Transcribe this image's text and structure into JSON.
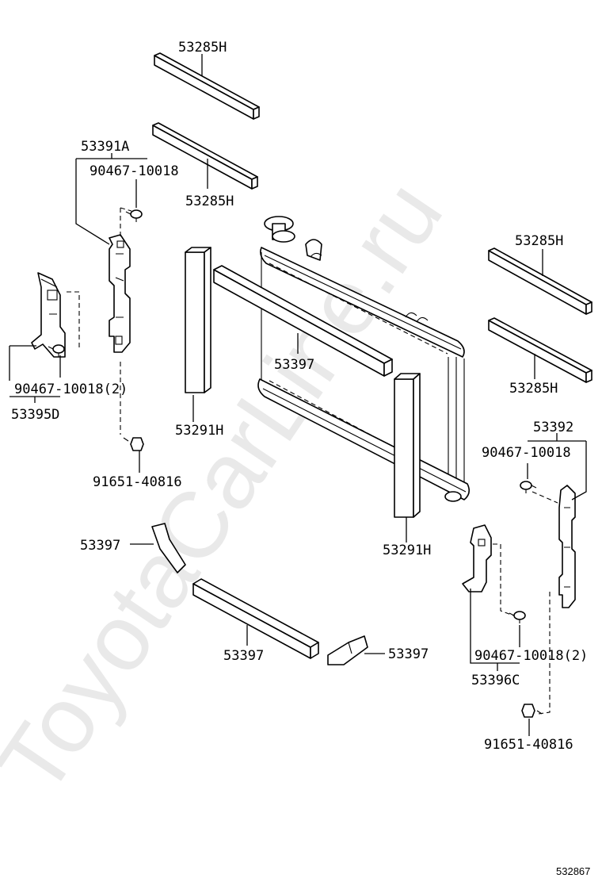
{
  "watermark": "ToyotaCarLine.ru",
  "diagram_code": "532867",
  "labels": {
    "l1": "53285H",
    "l2": "53285H",
    "l3": "53391A",
    "l4": "90467-10018",
    "l5": "53285H",
    "l6": "53285H",
    "l7": "53397",
    "l8": "90467-10018(2)",
    "l9": "53395D",
    "l10": "53291H",
    "l11": "91651-40816",
    "l12": "53392",
    "l13": "90467-10018",
    "l14": "53291H",
    "l15": "53397",
    "l16": "53397",
    "l17": "53397",
    "l18": "90467-10018(2)",
    "l19": "53396C",
    "l20": "91651-40816"
  }
}
